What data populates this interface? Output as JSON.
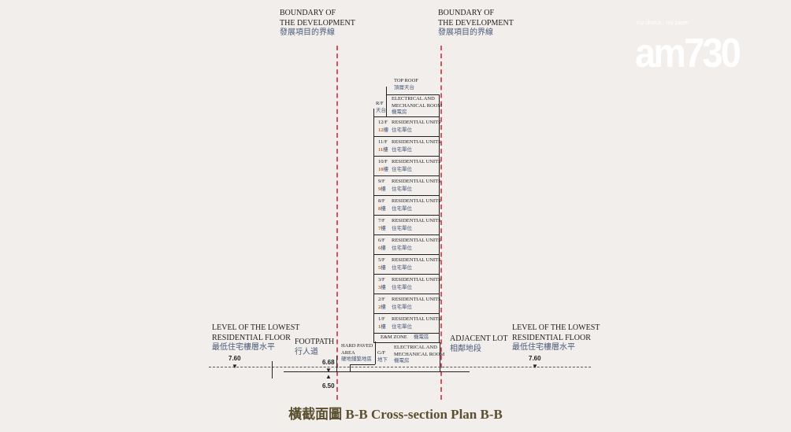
{
  "boundary": {
    "en1": "BOUNDARY OF",
    "en2": "THE DEVELOPMENT",
    "zh": "發展項目的界線"
  },
  "top_roof": {
    "en": "TOP ROOF",
    "zh": "頂層天台"
  },
  "roof": {
    "en": "R/F",
    "zh": "天台",
    "room_en1": "ELECTRICAL AND",
    "room_en2": "MECHANICAL ROOM",
    "room_zh": "機電房"
  },
  "floors": [
    {
      "en": "12/F",
      "num": "12",
      "zh_suffix": "樓"
    },
    {
      "en": "11/F",
      "num": "11",
      "zh_suffix": "樓"
    },
    {
      "en": "10/F",
      "num": "10",
      "zh_suffix": "樓"
    },
    {
      "en": "9/F",
      "num": "9",
      "zh_suffix": "樓"
    },
    {
      "en": "8/F",
      "num": "8",
      "zh_suffix": "樓"
    },
    {
      "en": "7/F",
      "num": "7",
      "zh_suffix": "樓"
    },
    {
      "en": "6/F",
      "num": "6",
      "zh_suffix": "樓"
    },
    {
      "en": "5/F",
      "num": "5",
      "zh_suffix": "樓"
    },
    {
      "en": "3/F",
      "num": "3",
      "zh_suffix": "樓"
    },
    {
      "en": "2/F",
      "num": "2",
      "zh_suffix": "樓"
    },
    {
      "en": "1/F",
      "num": "1",
      "zh_suffix": "樓"
    }
  ],
  "unit_en": "RESIDENTIAL UNITS",
  "unit_zh": "住宅單位",
  "em_zone": {
    "en": "E&M ZONE",
    "zh": "機電區"
  },
  "gf": {
    "en": "G/F",
    "zh": "地下",
    "room_en1": "ELECTRICAL AND",
    "room_en2": "MECHANICAL ROOM",
    "room_zh": "機電房"
  },
  "lowest": {
    "en1": "LEVEL OF THE LOWEST",
    "en2": "RESIDENTIAL FLOOR",
    "zh": "最低住宅樓層水平",
    "level": "7.60"
  },
  "footpath": {
    "en": "FOOTPATH",
    "zh": "行人道"
  },
  "hard_paved": {
    "en1": "HARD PAVED",
    "en2": "AREA",
    "zh": "硬地鋪築地區"
  },
  "adjacent": {
    "en": "ADJACENT LOT",
    "zh": "相鄰地段"
  },
  "levels": {
    "upper": "6.68",
    "lower": "6.50"
  },
  "title": "橫截面圖 B-B Cross-section Plan B-B",
  "logo": {
    "tagline": "my choice . my paper",
    "brand": "am730"
  },
  "colors": {
    "boundary": "#d9515e",
    "title": "#5a5030"
  }
}
